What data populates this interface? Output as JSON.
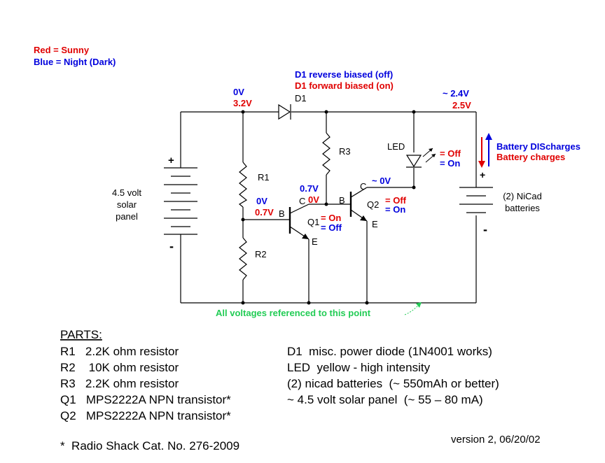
{
  "legend": {
    "sunny": "Red = Sunny",
    "night": "Blue = Night (Dark)"
  },
  "d1": {
    "reverse": "D1 reverse biased (off)",
    "forward": "D1 forward biased (on)",
    "label": "D1"
  },
  "nodes": {
    "left_night": "0V",
    "left_sunny": "3.2V",
    "right_night": "~ 2.4V",
    "right_sunny": "2.5V",
    "r1_night": "0V",
    "r1_sunny": "0.7V",
    "q2b_night": "0.7V",
    "q2b_sunny": "0V",
    "q2c_night": "~ 0V"
  },
  "components": {
    "r1": "R1",
    "r2": "R2",
    "r3": "R3",
    "led": "LED",
    "q1": "Q1",
    "q2": "Q2",
    "b1": "B",
    "c1": "C",
    "e1": "E",
    "b2": "B",
    "c2": "C",
    "e2": "E"
  },
  "states": {
    "q1_on": "= On",
    "q1_off": "= Off",
    "q2_off": "= Off",
    "q2_on": "= On",
    "led_off": "= Off",
    "led_on": "= On"
  },
  "solar": {
    "line1": "4.5 volt",
    "line2": "solar",
    "line3": "panel",
    "plus": "+",
    "minus": "-"
  },
  "battery": {
    "line1": "(2) NiCad",
    "line2": "batteries",
    "plus": "+",
    "minus": "-",
    "discharge": "Battery DIScharges",
    "charge": "Battery charges"
  },
  "reference": "All voltages referenced to this point",
  "parts": {
    "heading": "PARTS:",
    "left": [
      "R1   2.2K ohm resistor",
      "R2    10K ohm resistor",
      "R3   2.2K ohm resistor",
      "Q1   MPS2222A NPN transistor*",
      "Q2   MPS2222A NPN transistor*"
    ],
    "right": [
      "D1  misc. power diode (1N4001 works)",
      "LED  yellow - high intensity",
      "(2) nicad batteries  (~ 550mAh or better)",
      "~ 4.5 volt solar panel  (~ 55 – 80 mA)"
    ],
    "footnote": "*  Radio Shack Cat. No. 276-2009"
  },
  "version": "version 2, 06/20/02",
  "colors": {
    "sunny": "#e00000",
    "night": "#0000dd",
    "reference": "#22cc55"
  }
}
